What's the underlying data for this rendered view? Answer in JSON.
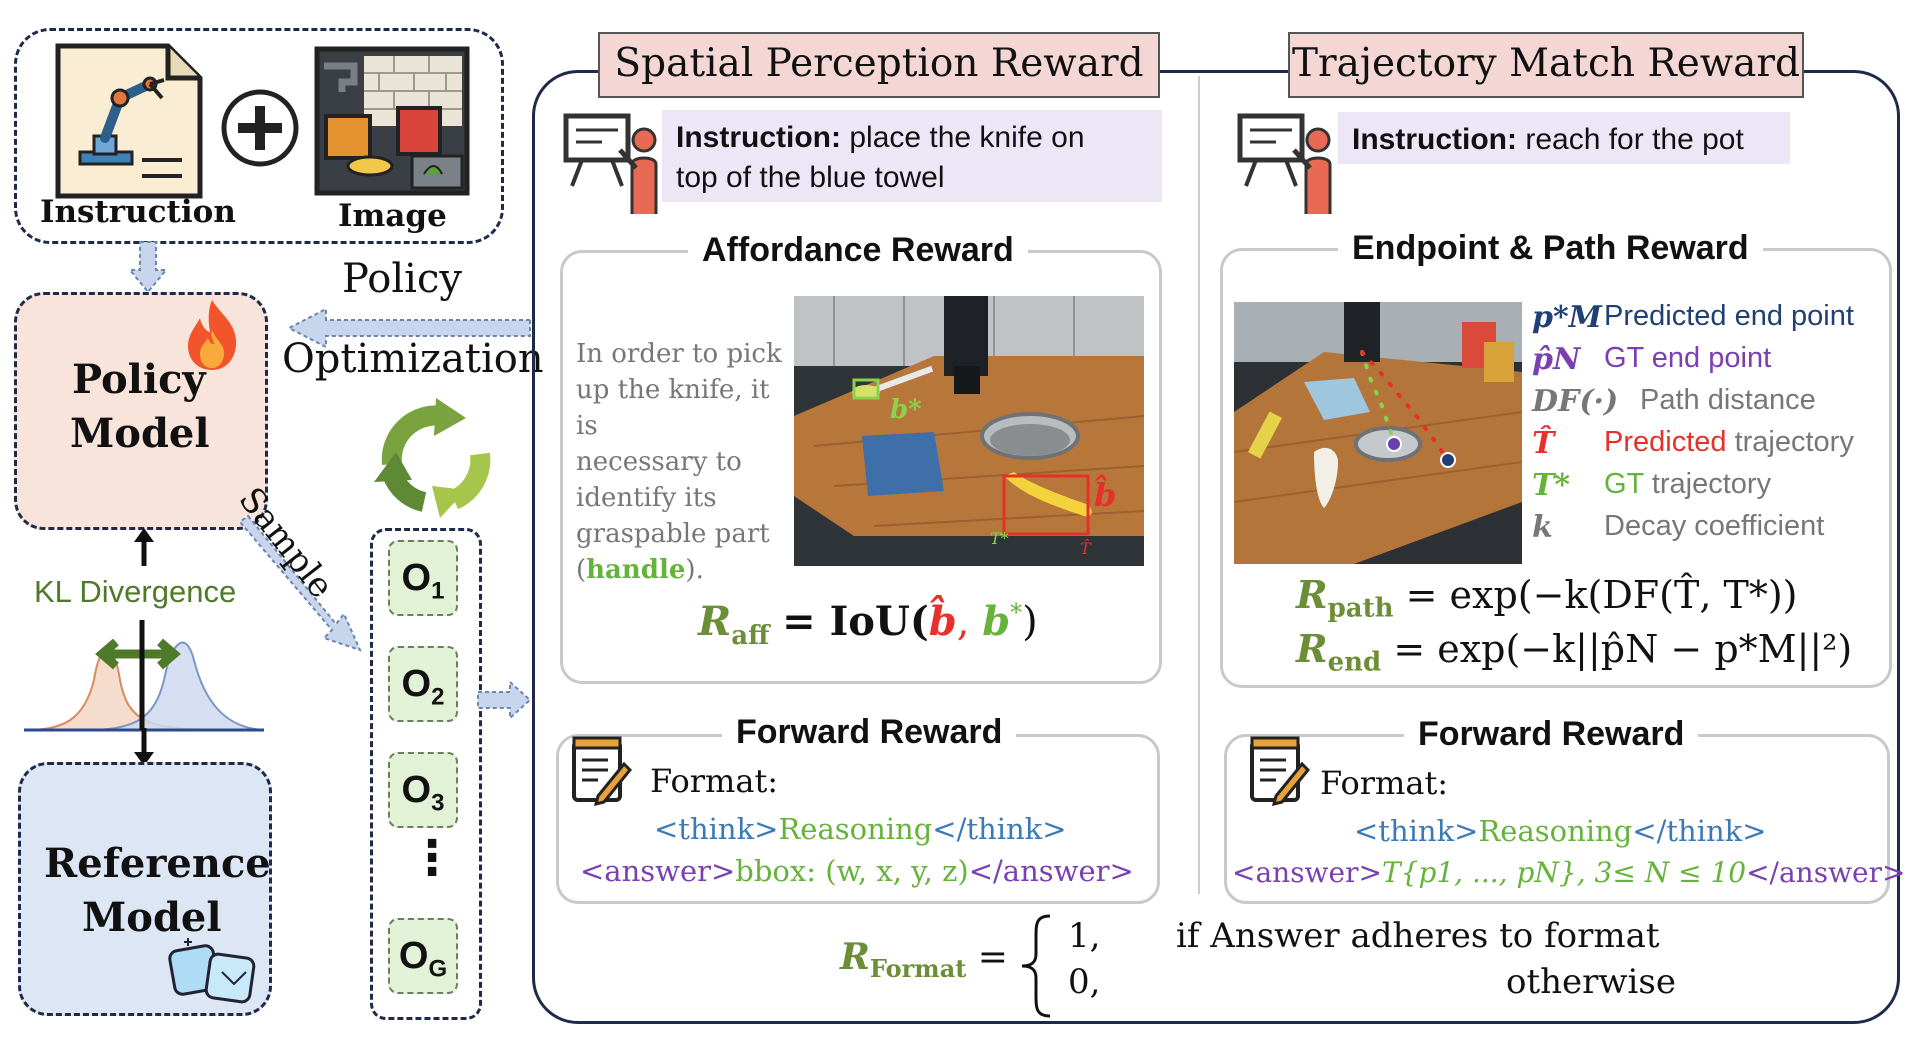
{
  "left": {
    "instruction_label": "Instruction",
    "image_label": "Image",
    "policy_model_line1": "Policy",
    "policy_model_line2": "Model",
    "reference_model_line1": "Reference",
    "reference_model_line2": "Model",
    "kl_label": "KL Divergence",
    "policy_opt_line1": "Policy",
    "policy_opt_line2": "Optimization",
    "sample_label": "Sample",
    "outputs": [
      {
        "letter": "O",
        "sub": "1"
      },
      {
        "letter": "O",
        "sub": "2"
      },
      {
        "letter": "O",
        "sub": "3"
      },
      {
        "letter": "O",
        "sub": "G"
      }
    ],
    "vdots": "⋮"
  },
  "spatial": {
    "title": "Spatial Perception Reward",
    "instruction_key": "Instruction:",
    "instruction_line1": "place the knife on",
    "instruction_line2": "top of the blue towel",
    "affordance_title": "Affordance Reward",
    "reasoning_lines": [
      "In order to pick",
      "up the knife, it is",
      "necessary to",
      "identify its",
      "graspable part"
    ],
    "reasoning_open": "(",
    "reasoning_key": "handle",
    "reasoning_close": ").",
    "bstar_label": "b*",
    "bhat_label": "b̂",
    "tstar_label": "T*",
    "that_label": "T̂",
    "formula_lhs": "R",
    "formula_sub": "aff",
    "formula_eq": "= IoU(",
    "formula_bhat": "b̂",
    "formula_comma": ", ",
    "formula_bstar": "b",
    "formula_star": "*",
    "formula_close": ")",
    "forward_title": "Forward Reward",
    "format_label": "Format:",
    "think_open": "<think>",
    "think_body": "Reasoning",
    "think_close": "</think>",
    "answer_open": "<answer>",
    "answer_body": "bbox: (w, x, y, z)",
    "answer_close": "</answer>"
  },
  "trajectory": {
    "title": "Trajectory Match Reward",
    "instruction_key": "Instruction:",
    "instruction_text": "reach for the pot",
    "endpoint_title": "Endpoint & Path Reward",
    "legend": [
      {
        "symbol": "p*M",
        "text": "Predicted end point"
      },
      {
        "symbol": "p̂N",
        "text": "GT end point"
      },
      {
        "symbol": "DF(·)",
        "text": "Path distance"
      },
      {
        "symbol": "T̂",
        "text_key": "Predicted",
        "text": "trajectory"
      },
      {
        "symbol": "T*",
        "text_key": "GT",
        "text": "trajectory"
      },
      {
        "symbol": "k",
        "text": "Decay coefficient"
      }
    ],
    "rpath_lhs": "R",
    "rpath_sub": "path",
    "rpath_rhs": "= exp(−k(DF(T̂, T*))",
    "rend_lhs": "R",
    "rend_sub": "end",
    "rend_rhs": "= exp(−k||p̂N − p*M||²)",
    "forward_title": "Forward Reward",
    "format_label": "Format:",
    "think_open": "<think>",
    "think_body": "Reasoning",
    "think_close": "</think>",
    "answer_open": "<answer>",
    "answer_body": "T{p1, ..., pN}, 3≤ N ≤ 10",
    "answer_close": "</answer>"
  },
  "rformat": {
    "lhs": "R",
    "sub": "Format",
    "eq": "=",
    "case1_val": "1,",
    "case1_cond": "if Answer adheres to format",
    "case2_val": "0,",
    "case2_cond": "otherwise"
  }
}
